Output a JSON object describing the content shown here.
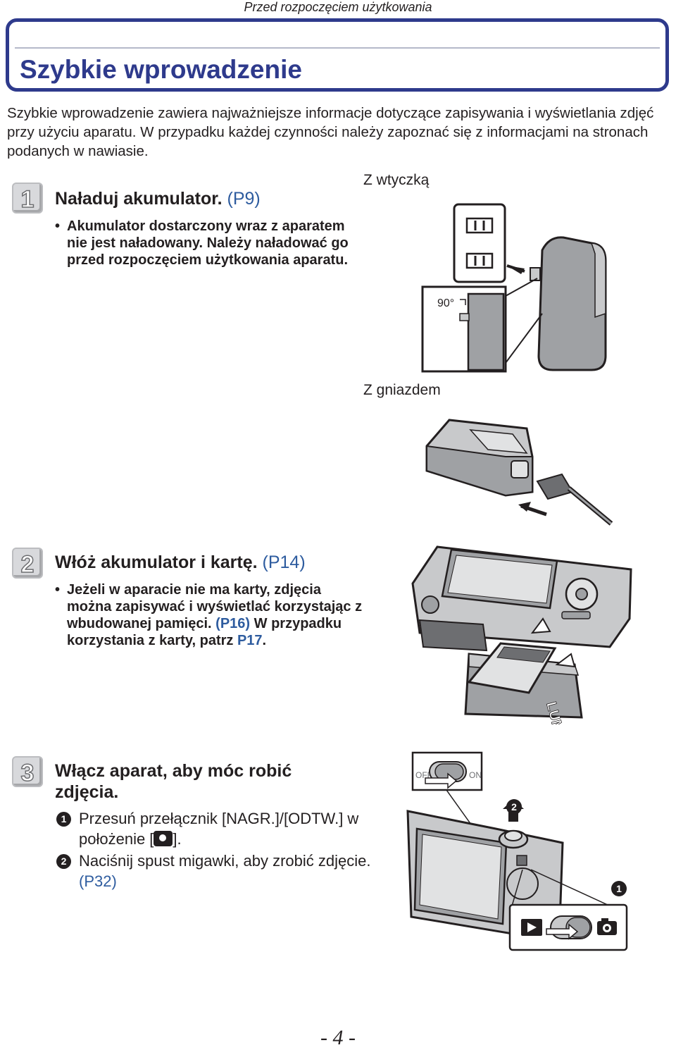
{
  "header": {
    "section": "Przed rozpoczęciem użytkowania"
  },
  "title": "Szybkie wprowadzenie",
  "intro": "Szybkie wprowadzenie zawiera najważniejsze informacje dotyczące zapisywania i wyświetlania zdjęć przy użyciu aparatu. W przypadku każdej czynności należy zapoznać się z informacjami na stronach podanych w nawiasie.",
  "steps": [
    {
      "number": "1",
      "title": "Naładuj akumulator.",
      "ref": "(P9)",
      "bullet": "Akumulator dostarczony wraz z aparatem nie jest naładowany. Należy naładować go przed rozpoczęciem użytkowania aparatu.",
      "captions": {
        "plug": "Z wtyczką",
        "socket": "Z gniazdem",
        "angle": "90°"
      }
    },
    {
      "number": "2",
      "title": "Włóż akumulator i kartę.",
      "ref": "(P14)",
      "bullet_part1": "Jeżeli w aparacie nie ma karty, zdjęcia można zapisywać i wyświetlać korzystając z wbudowanej pamięci.",
      "bullet_ref1": "(P16)",
      "bullet_part2": " W przypadku korzystania z karty, patrz ",
      "bullet_ref2": "P17",
      "bullet_end": ".",
      "battery_label": "LUMIX"
    },
    {
      "number": "3",
      "title": "Włącz aparat, aby móc robić zdjęcia.",
      "substeps": [
        {
          "marker": "1",
          "text_before": "Przesuń przełącznik [NAGR.]/[ODTW.] w położenie [",
          "text_after": "]."
        },
        {
          "marker": "2",
          "text": "Naciśnij spust migawki, aby zrobić zdjęcie. ",
          "ref": "(P32)"
        }
      ],
      "switch_labels": {
        "off": "OFF",
        "on": "ON"
      },
      "callouts": [
        "1",
        "2"
      ]
    }
  ],
  "icons": [
    "camera-mode-icon",
    "play-icon",
    "camera-icon"
  ],
  "colors": {
    "accent": "#2e3a8c",
    "link": "#2e5c9f",
    "text": "#231f20"
  },
  "page_number": "- 4 -"
}
